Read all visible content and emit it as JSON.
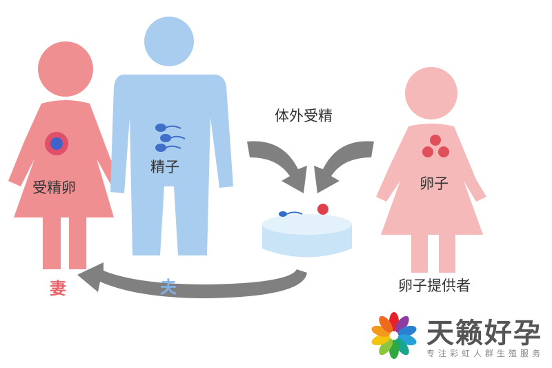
{
  "labels": {
    "fertilized_egg": "受精卵",
    "sperm": "精子",
    "wife": "妻",
    "husband": "夫",
    "ivf": "体外受精",
    "egg": "卵子",
    "egg_donor": "卵子提供者"
  },
  "logo": {
    "title": "天籁好孕",
    "subtitle": "专注彩虹人群生殖服务"
  },
  "colors": {
    "wife": "#ef8f92",
    "husband": "#a8cdef",
    "donor": "#f6b9b9",
    "arrow": "#7f7f7f",
    "dish": "#c9e3f7"
  }
}
